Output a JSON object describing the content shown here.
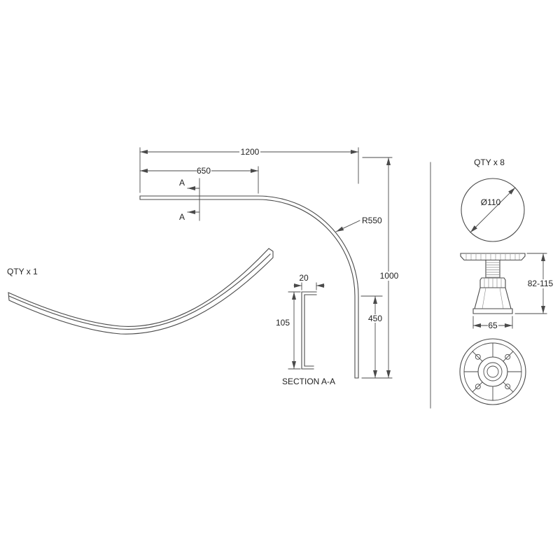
{
  "colors": {
    "line": "#4a4a4a",
    "text": "#222222",
    "background": "#ffffff"
  },
  "plan_view": {
    "dim_width_total": "1200",
    "dim_width_straight": "650",
    "dim_height_total": "1000",
    "dim_height_straight": "450",
    "dim_radius": "R550",
    "section_marker": "A"
  },
  "perspective_view": {
    "qty_label": "QTY x 1"
  },
  "section_detail": {
    "title": "SECTION A-A",
    "dim_lip_width": "20",
    "dim_height": "105"
  },
  "feet_detail": {
    "qty_label": "QTY x 8",
    "dim_diameter": "Ø110",
    "dim_height_range": "82-115",
    "dim_base_width": "65"
  }
}
